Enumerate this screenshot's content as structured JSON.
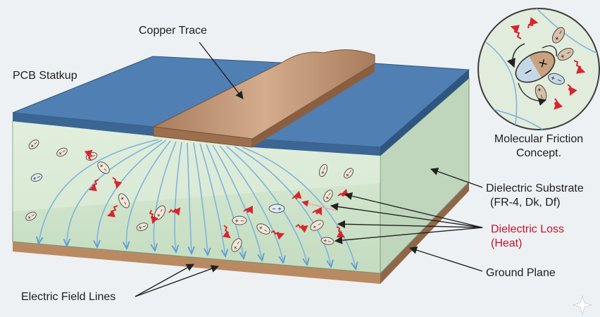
{
  "labels": {
    "copper_trace": "Copper Trace",
    "pcb_stackup": "PCB Statkup",
    "molecular_line1": "Molecular Friction",
    "molecular_line2": "Concept.",
    "dielectric_line1": "Dielectric Substrate",
    "dielectric_line2": "(FR-4, Dk, Df)",
    "loss_line1": "Dielectric Loss",
    "loss_line2": "(Heat)",
    "ground_plane": "Ground Plane",
    "field_lines": "Electric Field Lines"
  },
  "colors": {
    "top_copper": "#4f7fb3",
    "trace": "#c09572",
    "substrate": "#d4e7cf",
    "ground": "#b98a62",
    "field_line": "#7fb4dc",
    "heat": "#d7262e",
    "loss_text": "#c8102e"
  },
  "icons": {
    "heat_wave": "red-zigzag-arrow",
    "dipole": "plus-minus-ellipse",
    "sparkle": "four-point-star"
  }
}
